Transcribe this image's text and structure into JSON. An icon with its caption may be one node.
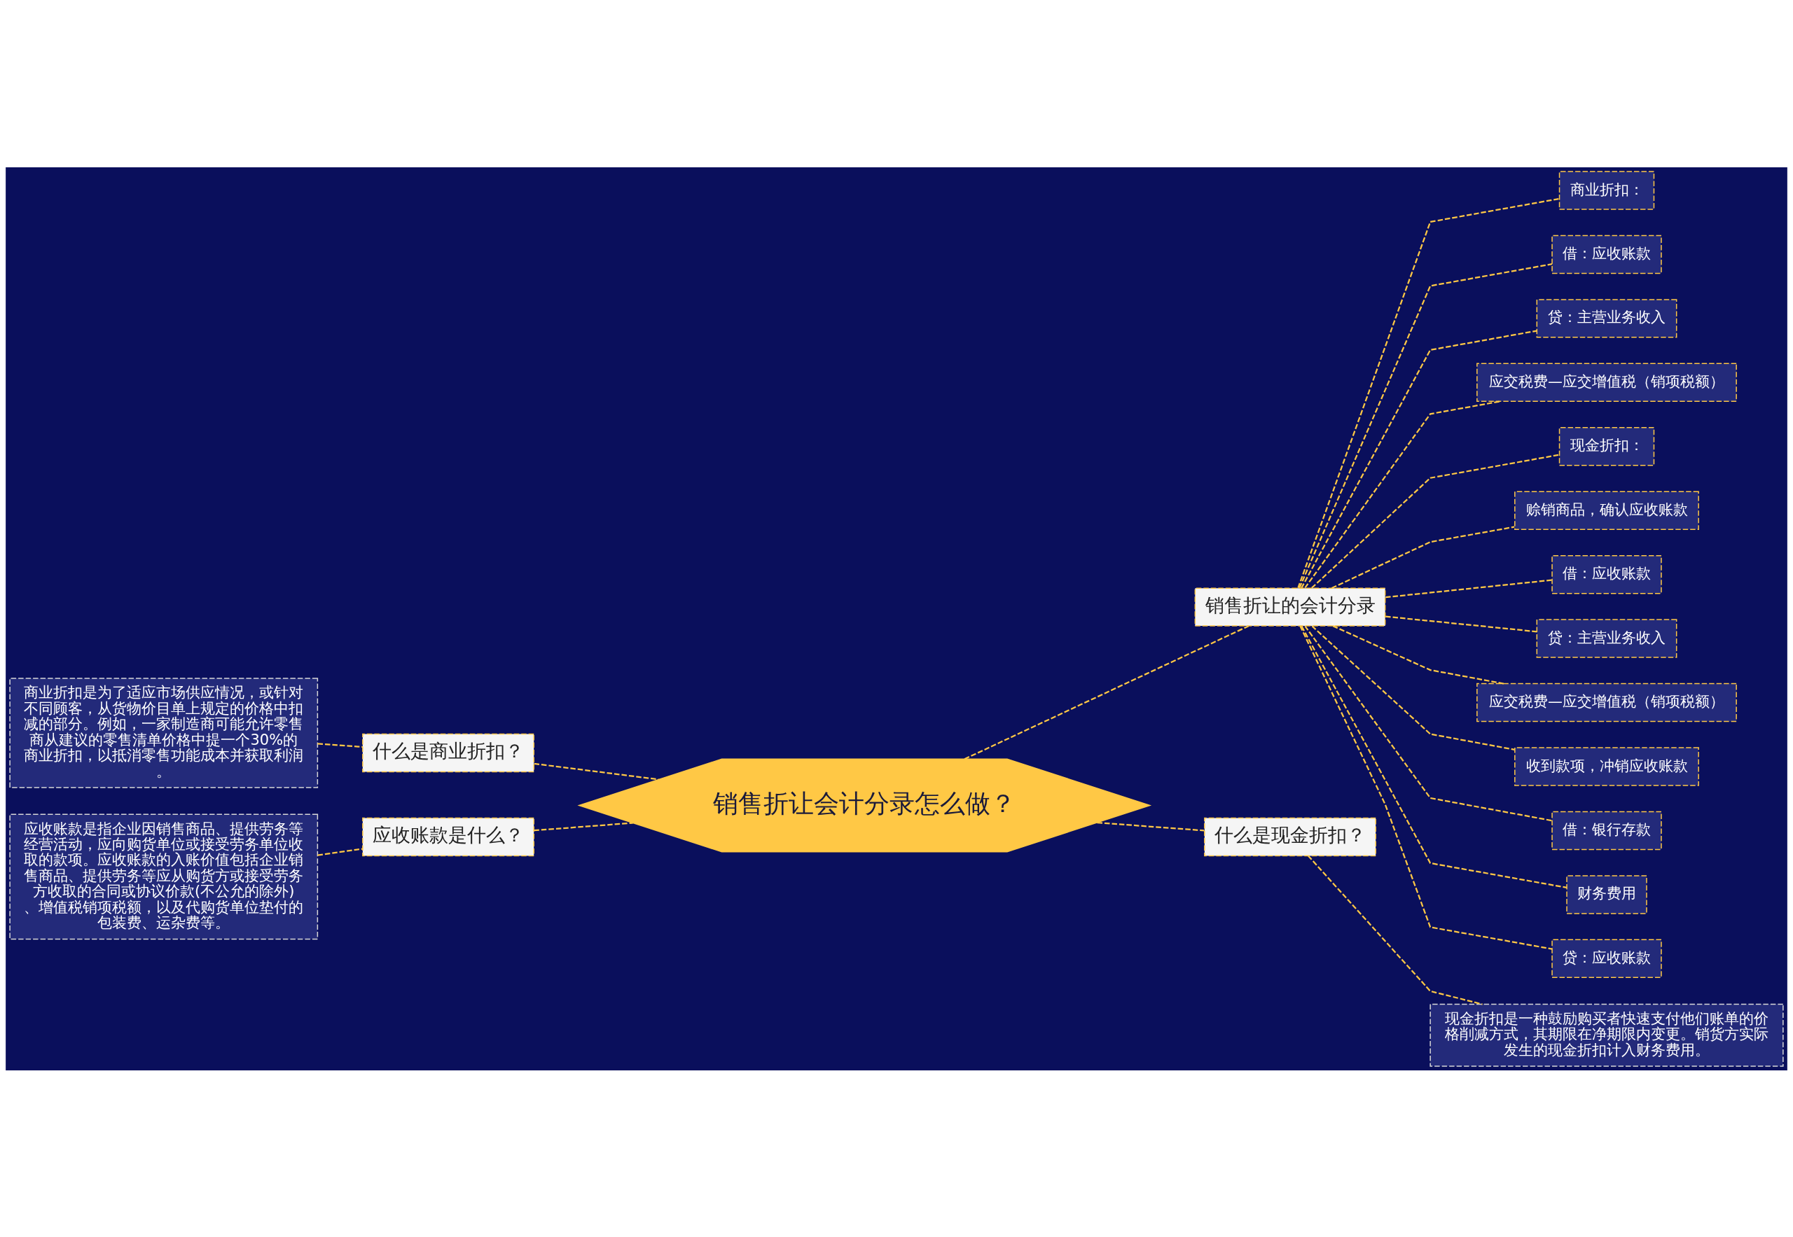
{
  "diagram": {
    "nodes": [
      {
        "text": [
          "销售折让会计分录怎么做？"
        ]
      },
      {
        "text": [
          "什么是商业折扣？"
        ]
      },
      {
        "text": [
          "商业折扣是为了适应市场供应情况，或针对不同顾客，从货物价目单上规定的价格中扣减的部分。例如，一家制造商可能允许零售商从建议的零售清单价格中提一个30%的商业折扣，以抵消零售功能成本并获取利润。"
        ]
      },
      {
        "text": [
          "应收账款是什么？"
        ]
      },
      {
        "text": [
          "应收账款是指企业因销售商品、提供劳务等经营活动，应向购货单位或接受劳务单位收取的款项。应收账款的入账价值包括企业销售商品、提供劳务等应从购货方或接受劳务方收取的合同或协议价款(不公允的除外)、增值税销项税额，以及代购货单位垫付的包装费、运杂费等。"
        ]
      },
      {
        "text": [
          "销售折让的会计分录"
        ]
      },
      {
        "text": [
          "商业折扣："
        ]
      },
      {
        "text": [
          "借：应收账款"
        ]
      },
      {
        "text": [
          "贷：主营业务收入"
        ]
      },
      {
        "text": [
          "应交税费—应交增值税（销项税额）"
        ]
      },
      {
        "text": [
          "现金折扣："
        ]
      },
      {
        "text": [
          "赊销商品，确认应收账款"
        ]
      },
      {
        "text": [
          "借：应收账款"
        ]
      },
      {
        "text": [
          "贷：主营业务收入"
        ]
      },
      {
        "text": [
          "应交税费—应交增值税（销项税额）"
        ]
      },
      {
        "text": [
          "收到款项，冲销应收账款"
        ]
      },
      {
        "text": [
          "借：银行存款"
        ]
      },
      {
        "text": [
          "财务费用"
        ]
      },
      {
        "text": [
          "贷：应收账款"
        ]
      },
      {
        "text": [
          "什么是现金折扣？"
        ]
      },
      {
        "text": [
          "现金折扣是一种鼓励购买者快速支付他们账单的价格削减方式，其期限在净期限内变更。销货方实际发生的现金折扣计入财务费用。"
        ]
      }
    ],
    "edges": [
      {
        "from": 0,
        "to": 1,
        "arrow": "none"
      },
      {
        "from": 1,
        "to": 2,
        "arrow": "none"
      },
      {
        "from": 0,
        "to": 3,
        "arrow": "none"
      },
      {
        "from": 3,
        "to": 4,
        "arrow": "none"
      },
      {
        "from": 0,
        "to": 5,
        "arrow": "none"
      },
      {
        "from": 5,
        "to": 6,
        "arrow": "none"
      },
      {
        "from": 5,
        "to": 7,
        "arrow": "none"
      },
      {
        "from": 5,
        "to": 8,
        "arrow": "none"
      },
      {
        "from": 5,
        "to": 9,
        "arrow": "none"
      },
      {
        "from": 5,
        "to": 10,
        "arrow": "none"
      },
      {
        "from": 5,
        "to": 11,
        "arrow": "none"
      },
      {
        "from": 5,
        "to": 12,
        "arrow": "none"
      },
      {
        "from": 5,
        "to": 13,
        "arrow": "none"
      },
      {
        "from": 5,
        "to": 14,
        "arrow": "none"
      },
      {
        "from": 5,
        "to": 15,
        "arrow": "none"
      },
      {
        "from": 5,
        "to": 16,
        "arrow": "none"
      },
      {
        "from": 5,
        "to": 17,
        "arrow": "none"
      },
      {
        "from": 5,
        "to": 18,
        "arrow": "none"
      },
      {
        "from": 0,
        "to": 19,
        "arrow": "none"
      },
      {
        "from": 19,
        "to": 20,
        "arrow": "none"
      }
    ]
  }
}
